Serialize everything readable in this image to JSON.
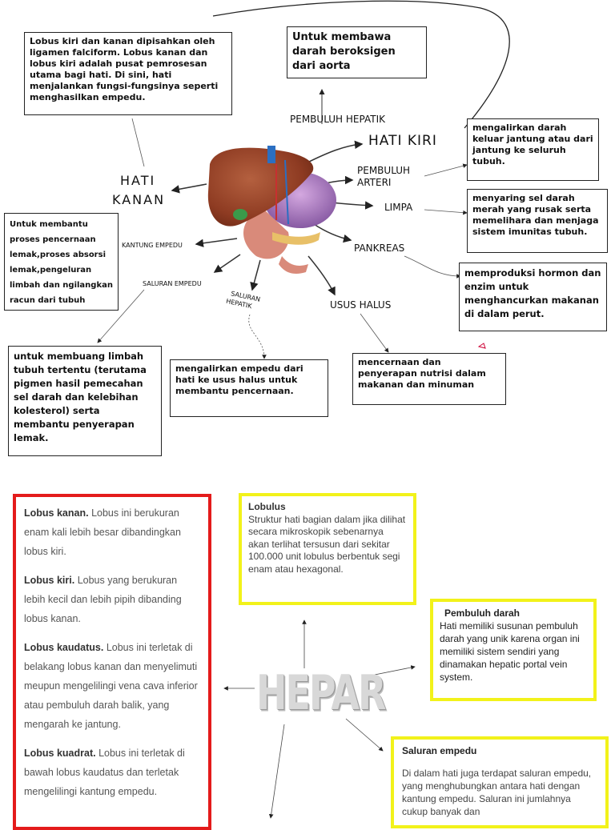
{
  "top_diagram": {
    "labels": {
      "pembuluh_hepatik": "PEMBULUH HEPATIK",
      "hati_kiri": "HATI KIRI",
      "hati_kanan_1": "HATI",
      "hati_kanan_2": "KANAN",
      "pembuluh_arteri_1": "PEMBULUH",
      "pembuluh_arteri_2": "ARTERI",
      "limpa": "LIMPA",
      "kantung_empedu": "KANTUNG EMPEDU",
      "pankreas": "PANKREAS",
      "saluran_empedu": "SALURAN EMPEDU",
      "saluran_hepatik_1": "SALURAN",
      "saluran_hepatik_2": "HEPATIK",
      "usus_halus": "USUS HALUS"
    },
    "boxes": {
      "lobus": "Lobus kiri dan kanan dipisahkan oleh ligamen falciform. Lobus kanan dan lobus kiri adalah pusat pemrosesan utama bagi hati. Di sini, hati menjalankan fungsi-fungsinya seperti menghasilkan empedu.",
      "aorta": "Untuk membawa darah beroksigen dari aorta",
      "jantung": "mengalirkan darah keluar jantung atau dari jantung ke seluruh tubuh.",
      "limpa": "menyaring sel darah merah yang rusak serta memelihara dan menjaga sistem imunitas tubuh.",
      "pencernaan": "Untuk membantu proses pencernaan lemak,proses absorsi lemak,pengeluran limbah dan ngilangkan racun dari tubuh",
      "hormon": "memproduksi hormon dan enzim untuk menghancurkan makanan di dalam perut.",
      "limbah": "untuk membuang limbah tubuh tertentu (terutama pigmen hasil pemecahan sel darah dan kelebihan kolesterol) serta membantu penyerapan lemak.",
      "empedu": "mengalirkan empedu dari hati ke usus halus untuk membantu pencernaan.",
      "nutrisi": "mencernaan dan penyerapan nutrisi dalam makanan dan minuman"
    }
  },
  "bottom_diagram": {
    "center_title": "HEPAR",
    "lobus_list": [
      {
        "title": "Lobus kanan.",
        "text": "Lobus ini berukuran enam kali lebih besar dibandingkan lobus kiri."
      },
      {
        "title": "Lobus kiri.",
        "text": "Lobus yang berukuran lebih kecil dan lebih pipih dibanding lobus kanan."
      },
      {
        "title": "Lobus kaudatus.",
        "text": "Lobus ini terletak di belakang lobus kanan dan menyelimuti meupun mengelilingi vena cava inferior atau pembuluh darah balik, yang mengarah ke jantung."
      },
      {
        "title": "Lobus kuadrat.",
        "text": "Lobus ini terletak di bawah lobus kaudatus dan terletak mengelilingi kantung empedu."
      }
    ],
    "lobulus": {
      "title": "Lobulus",
      "text": "Struktur hati bagian dalam jika dilihat secara mikroskopik sebenarnya akan terlihat tersusun dari sekitar 100.000 unit lobulus berbentuk segi enam atau hexagonal."
    },
    "pembuluh": {
      "title": "Pembuluh darah",
      "text": "Hati memiliki susunan pembuluh darah yang unik karena organ ini memiliki sistem sendiri yang dinamakan hepatic portal vein system."
    },
    "saluran": {
      "title": "Saluran empedu",
      "text": "Di dalam hati juga terdapat saluran empedu, yang menghubungkan antara hati dengan kantung empedu. Saluran ini jumlahnya cukup banyak dan"
    }
  }
}
